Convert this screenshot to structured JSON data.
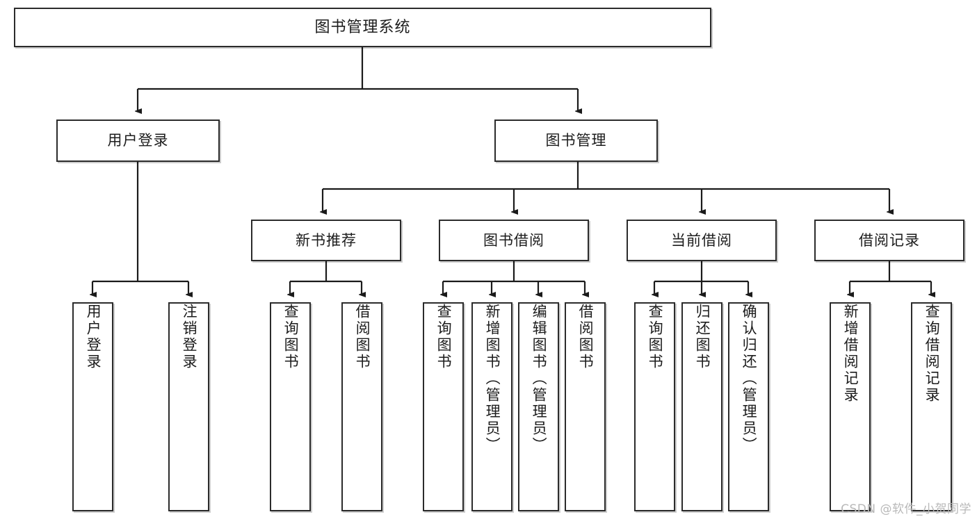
{
  "diagram": {
    "title": "图书管理系统",
    "type": "tree",
    "watermark": "CSDN @软件_小贺同学",
    "colors": {
      "box_border": "#2b2b2b",
      "box_fill": "#ffffff",
      "edge": "#1a1a1a",
      "watermark": "#b9b9b9"
    },
    "nodes": {
      "root": {
        "label": "图书管理系统"
      },
      "level2": [
        {
          "id": "user-login",
          "label": "用户登录"
        },
        {
          "id": "book-manage",
          "label": "图书管理"
        }
      ],
      "level3": [
        {
          "id": "new-book-recommend",
          "label": "新书推荐"
        },
        {
          "id": "book-borrow",
          "label": "图书借阅"
        },
        {
          "id": "current-borrow",
          "label": "当前借阅"
        },
        {
          "id": "borrow-record",
          "label": "借阅记录"
        }
      ],
      "leaves": {
        "user-login": [
          {
            "id": "leaf-user-login",
            "label": "用户登录"
          },
          {
            "id": "leaf-user-logout",
            "label": "注销登录"
          }
        ],
        "new-book-recommend": [
          {
            "id": "leaf-query-book-1",
            "label": "查询图书"
          },
          {
            "id": "leaf-borrow-book-1",
            "label": "借阅图书"
          }
        ],
        "book-borrow": [
          {
            "id": "leaf-query-book-2",
            "label": "查询图书"
          },
          {
            "id": "leaf-add-book",
            "label": "新增图书（管理员）"
          },
          {
            "id": "leaf-edit-book",
            "label": "编辑图书（管理员）"
          },
          {
            "id": "leaf-borrow-book-2",
            "label": "借阅图书"
          }
        ],
        "current-borrow": [
          {
            "id": "leaf-query-book-3",
            "label": "查询图书"
          },
          {
            "id": "leaf-return-book",
            "label": "归还图书"
          },
          {
            "id": "leaf-confirm-return",
            "label": "确认归还（管理员）"
          }
        ],
        "borrow-record": [
          {
            "id": "leaf-add-record",
            "label": "新增借阅记录"
          },
          {
            "id": "leaf-query-record",
            "label": "查询借阅记录"
          }
        ]
      }
    }
  }
}
